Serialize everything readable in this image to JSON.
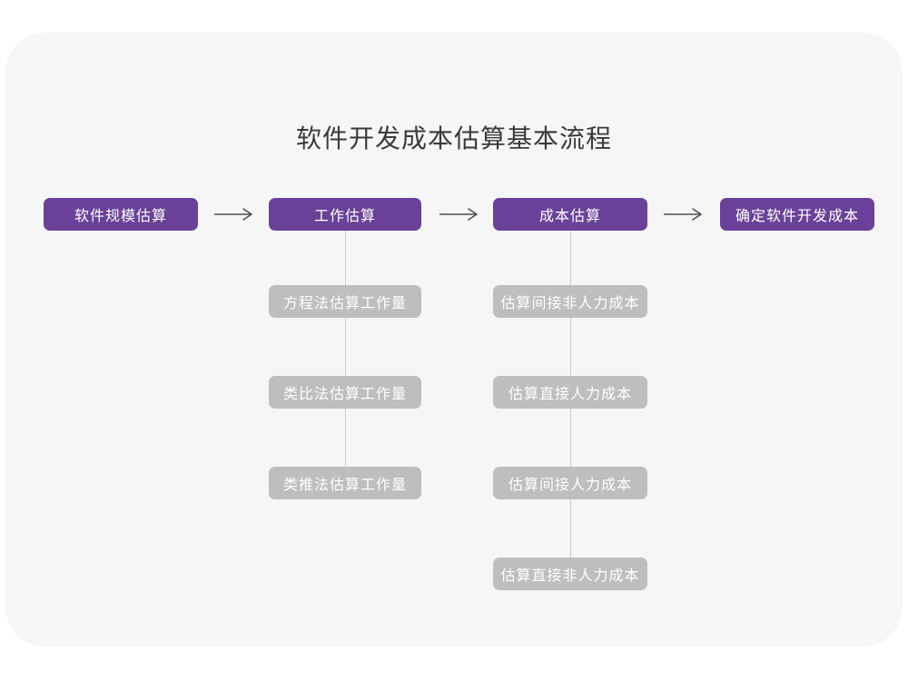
{
  "title": "软件开发成本估算基本流程",
  "colors": {
    "page_background": "#ffffff",
    "card_background": "#f6f6f7",
    "primary_node": "#6a4198",
    "sub_node": "#bebebe",
    "node_text": "#ffffff",
    "title_text": "#3a3a3a",
    "connector_line": "#cbcbcb",
    "arrow_stroke": "#4d4d4d"
  },
  "flow": {
    "steps": [
      {
        "label": "软件规模估算"
      },
      {
        "label": "工作估算"
      },
      {
        "label": "成本估算"
      },
      {
        "label": "确定软件开发成本"
      }
    ],
    "work_methods": [
      {
        "label": "方程法估算工作量"
      },
      {
        "label": "类比法估算工作量"
      },
      {
        "label": "类推法估算工作量"
      }
    ],
    "cost_items": [
      {
        "label": "估算间接非人力成本"
      },
      {
        "label": "估算直接人力成本"
      },
      {
        "label": "估算间接人力成本"
      },
      {
        "label": "估算直接非人力成本"
      }
    ]
  }
}
